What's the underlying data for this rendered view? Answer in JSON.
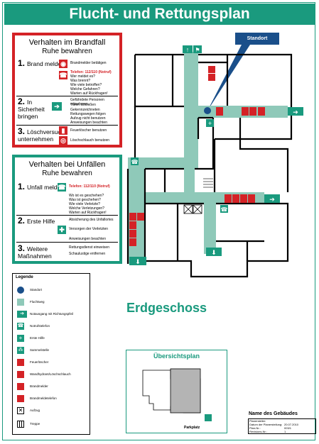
{
  "header": {
    "title": "Flucht- und Rettungsplan"
  },
  "callout": {
    "standort": "Standort"
  },
  "brandfall": {
    "title": "Verhalten im Brandfall",
    "subtitle": "Ruhe bewahren",
    "steps": [
      {
        "num": "1.",
        "label": "Brand melden",
        "items": [
          "Brandmelder betätigen",
          "Telefon: 112/110 (Notruf)",
          "Wer meldet es?",
          "Was brennt?",
          "Wie viele betroffen?",
          "Welche Gefahren?",
          "Warten auf Rückfragen!"
        ]
      },
      {
        "num": "2.",
        "label": "In Sicherheit bringen",
        "items": [
          "Gefährdete Personen mitnehmen",
          "Türen schließen",
          "Gekennzeichneten Rettungswegen folgen",
          "Aufzug nicht benutzen",
          "Anweisungen beachten"
        ]
      },
      {
        "num": "3.",
        "label": "Löschversuch unternehmen",
        "items": [
          "Feuerlöscher benutzen",
          "Löschschlauch benutzen"
        ]
      }
    ]
  },
  "unfall": {
    "title": "Verhalten bei Unfällen",
    "subtitle": "Ruhe bewahren",
    "steps": [
      {
        "num": "1.",
        "label": "Unfall melden",
        "items": [
          "Telefon: 112/110 (Notruf)",
          "Wo ist es geschehen?",
          "Was ist geschehen?",
          "Wie viele Verletzte?",
          "Welche Verletzungen?",
          "Warten auf Rückfragen!"
        ]
      },
      {
        "num": "2.",
        "label": "Erste Hilfe",
        "items": [
          "Absicherung des Unfallortes",
          "Versorgen der Verletzten",
          "Anweisungen beachten"
        ]
      },
      {
        "num": "3.",
        "label": "Weitere Maßnahmen",
        "items": [
          "Rettungsdienst einweisen",
          "Schaulustige entfernen"
        ]
      }
    ]
  },
  "legend": {
    "title": "Legende",
    "items": [
      {
        "label": "Standort",
        "icon": "standort-dot"
      },
      {
        "label": "Fluchtweg",
        "icon": "fluchtweg-swatch"
      },
      {
        "label": "Notausgang mit Richtungspfeil",
        "icon": "exit-arrow-icon"
      },
      {
        "label": "Notrufstelefon",
        "icon": "phone-icon"
      },
      {
        "label": "Erste Hilfe",
        "icon": "first-aid-icon"
      },
      {
        "label": "Sammelstelle",
        "icon": "assembly-point-icon"
      },
      {
        "label": "Feuerlöscher",
        "icon": "fire-extinguisher-icon"
      },
      {
        "label": "Wandhydrant/Löschschlauch",
        "icon": "fire-hose-icon"
      },
      {
        "label": "Brandmelder",
        "icon": "fire-alarm-icon"
      },
      {
        "label": "Brandmeldetelefon",
        "icon": "fire-phone-icon"
      },
      {
        "label": "Aufzug",
        "icon": "elevator-icon"
      },
      {
        "label": "Treppe",
        "icon": "stairs-icon"
      }
    ]
  },
  "floor": {
    "label": "Erdgeschoss"
  },
  "uebersicht": {
    "title": "Übersichtsplan",
    "parking": "Parkplatz"
  },
  "building": {
    "name": "Name des Gebäudes",
    "info": [
      {
        "k": "Planersteller:",
        "v": ""
      },
      {
        "k": "Datum der Planerstellung:",
        "v": "20.07.2010"
      },
      {
        "k": "Plan-Nr.:",
        "v": "003/1"
      },
      {
        "k": "Revisions-Nr.:",
        "v": "1"
      }
    ]
  },
  "colors": {
    "green": "#1a9a7e",
    "red": "#d42226",
    "blue": "#1a4f8a",
    "route": "#8fc9b9"
  }
}
